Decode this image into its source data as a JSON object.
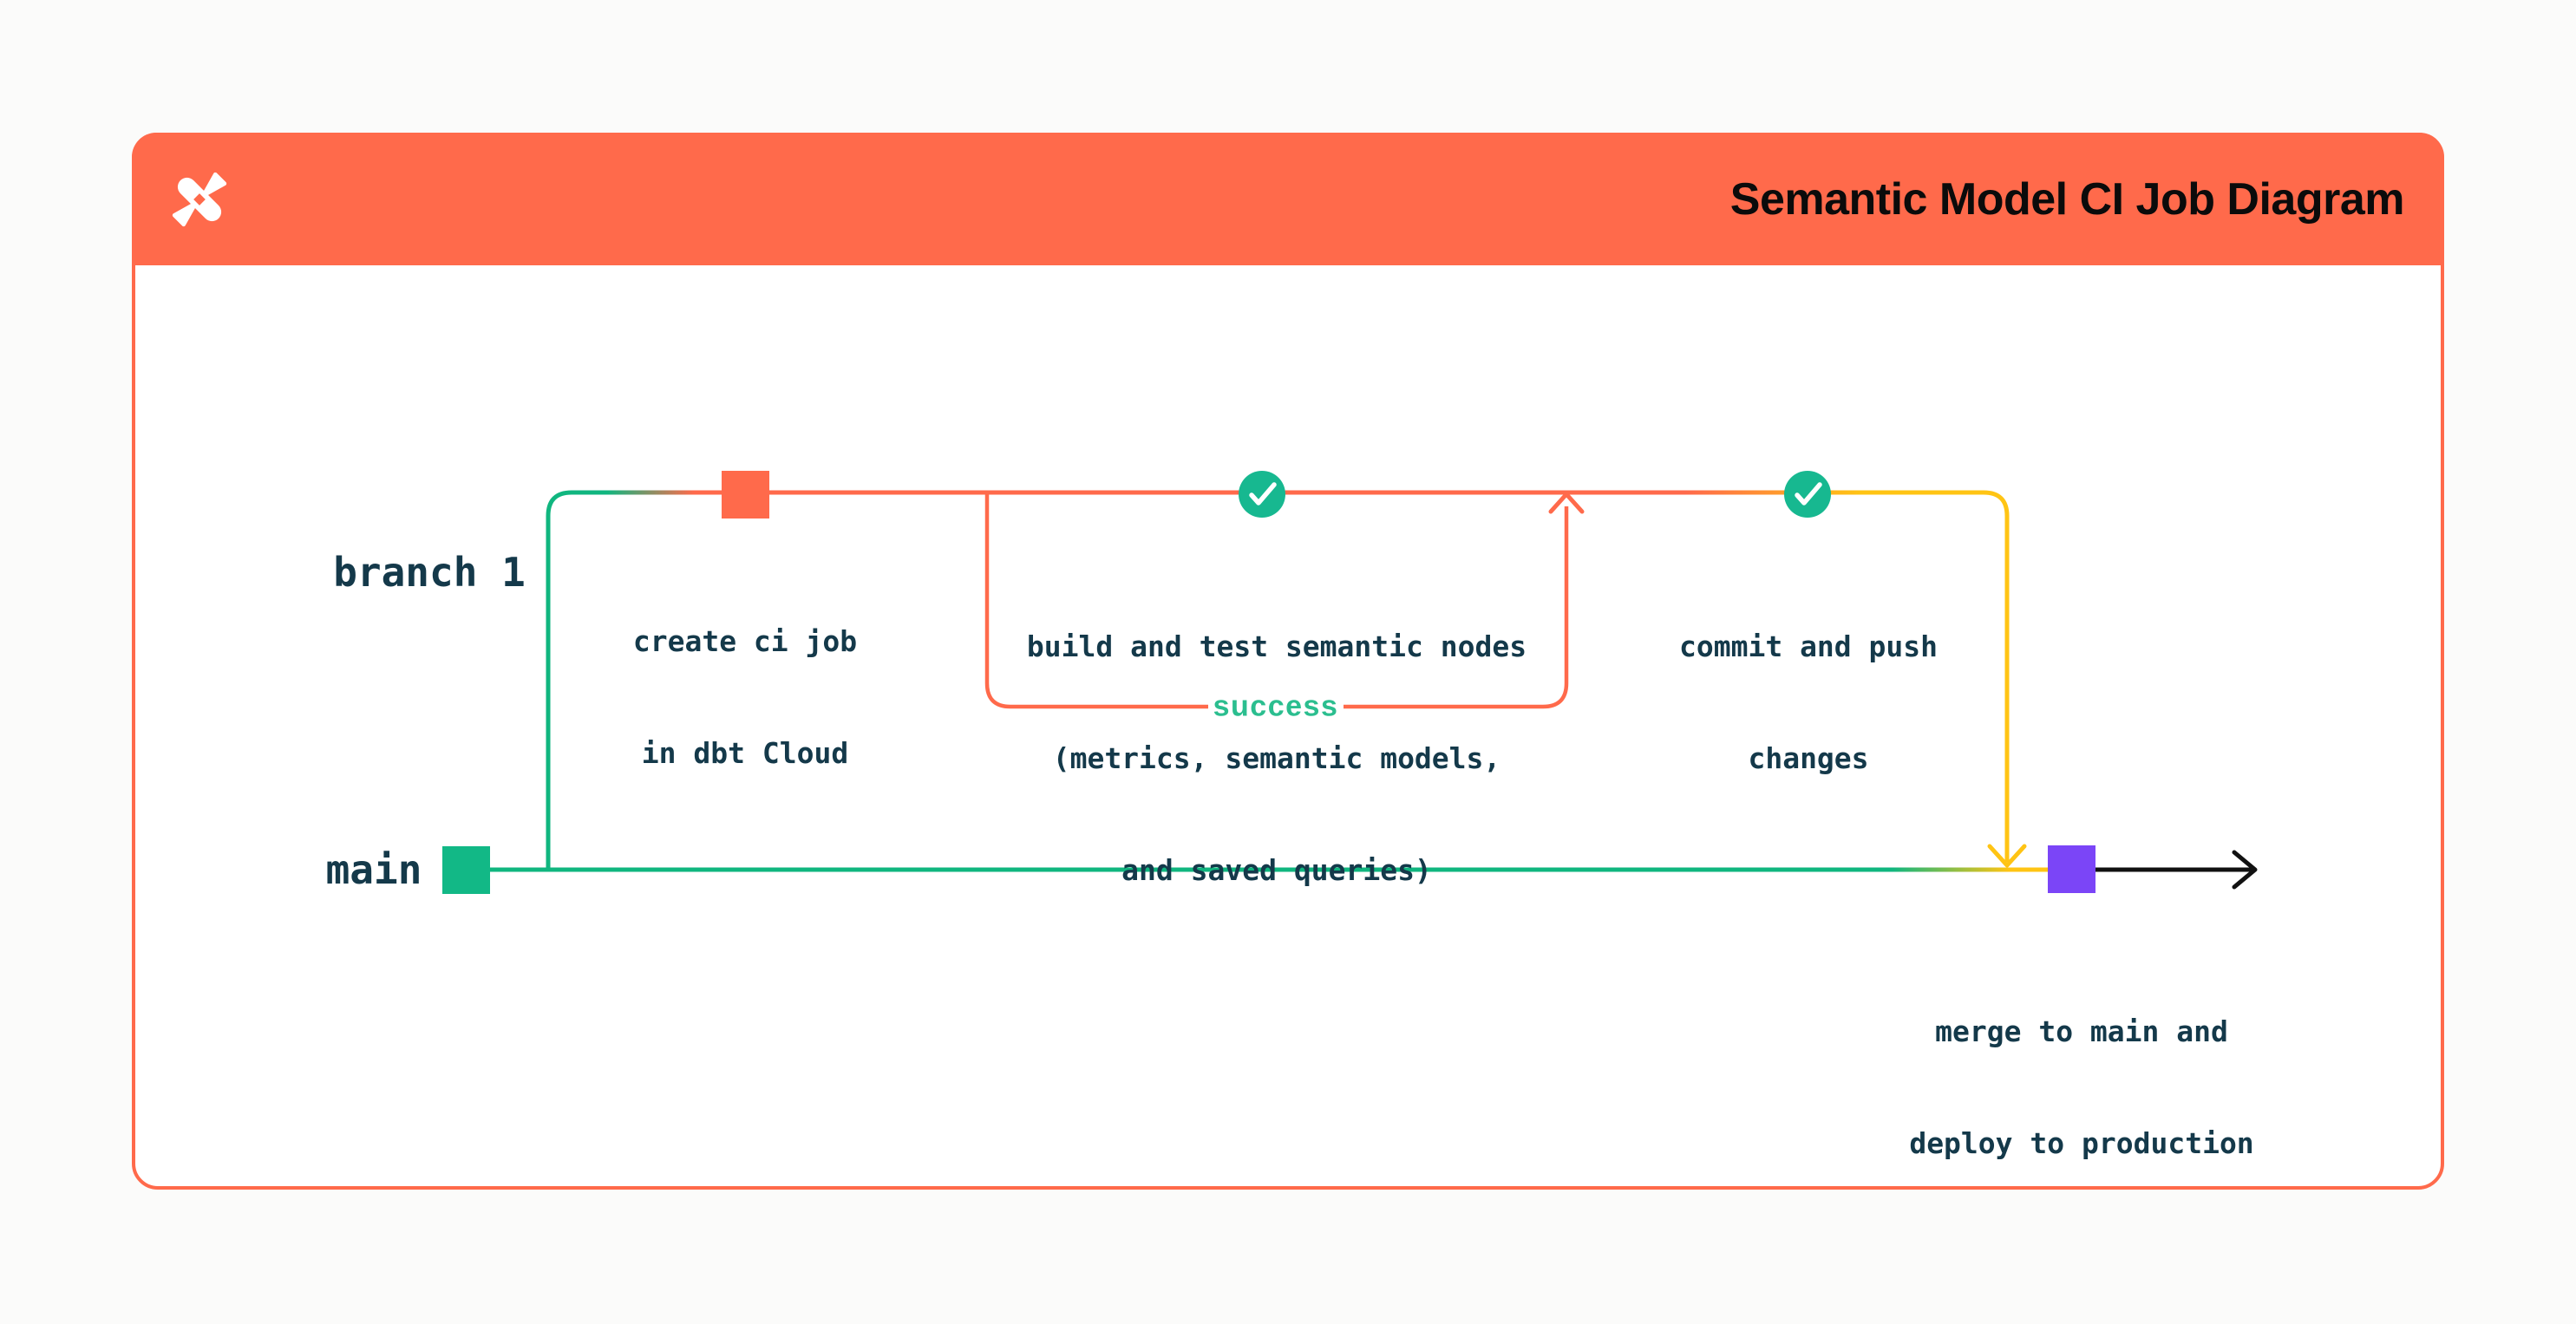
{
  "header": {
    "title": "Semantic Model CI Job Diagram",
    "logo_icon": "dbt-logo",
    "background": "#FF6A4B"
  },
  "diagram": {
    "branch_labels": {
      "branch1": "branch 1",
      "main": "main"
    },
    "nodes": [
      {
        "name": "create-ci-job",
        "marker": "orange-square",
        "lines": [
          "create ci job",
          "in dbt Cloud"
        ]
      },
      {
        "name": "build-and-test",
        "marker": "success-check",
        "lines": [
          "build and test semantic nodes",
          "(metrics, semantic models,",
          "and saved queries)"
        ]
      },
      {
        "name": "commit-and-push",
        "marker": "success-check",
        "lines": [
          "commit and push",
          "changes"
        ]
      },
      {
        "name": "merge-and-deploy",
        "marker": "purple-square",
        "lines": [
          "merge to main and",
          "deploy to production"
        ]
      }
    ],
    "loop_label": "success"
  },
  "colors": {
    "orange": "#FF6A4B",
    "green": "#12B886",
    "green_line": "#10B67F",
    "success_green": "#2BBE8F",
    "yellow": "#FFC414",
    "purple": "#7B45F7",
    "ink": "#14394A",
    "black": "#111111"
  }
}
